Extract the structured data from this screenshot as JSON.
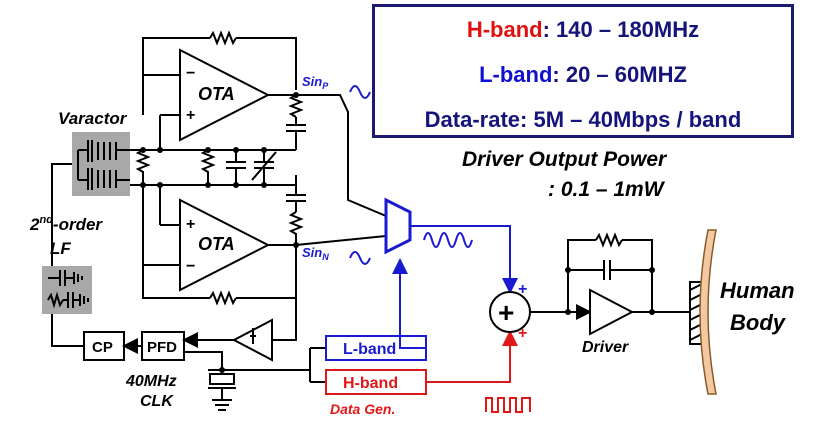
{
  "specs": {
    "hband_label": "H-band",
    "hband_value": ": 140 – 180MHz",
    "lband_label": "L-band",
    "lband_value": ": 20 – 60MHZ",
    "datarate": "Data-rate: 5M – 40Mbps / band"
  },
  "driver_power": {
    "line1": "Driver Output Power",
    "line2": ": 0.1 – 1mW"
  },
  "labels": {
    "varactor": "Varactor",
    "lf_order_num": "2",
    "lf_order_sup": "nd",
    "lf_order_rest": "-order",
    "lf": "LF",
    "ota": "OTA",
    "sin_p_main": "Sin",
    "sin_p_sub": "P",
    "sin_n_main": "Sin",
    "sin_n_sub": "N",
    "cp": "CP",
    "pfd": "PFD",
    "clk_freq": "40MHz",
    "clk": "CLK",
    "lband_block": "L-band",
    "hband_block": "H-band",
    "data_gen": "Data Gen.",
    "driver": "Driver",
    "human": "Human",
    "body": "Body",
    "plus": "+",
    "minus": "−"
  },
  "colors": {
    "lband": "#1a1ad0",
    "hband": "#e01818",
    "spec_border": "#1a1a6e",
    "spec_text": "#14147a",
    "varactor_bg": "#a8a8a8",
    "body_fill": "#f2c9a0"
  }
}
